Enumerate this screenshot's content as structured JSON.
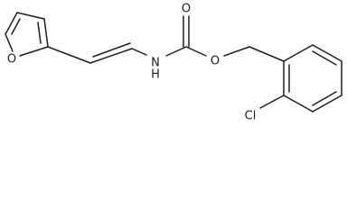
{
  "structure": {
    "atoms": {
      "furan_oxygen": "O",
      "amine_nitrogen": "N",
      "amine_hydrogen": "H",
      "carbonyl_oxygen": "O",
      "ester_oxygen": "O",
      "chlorine": "Cl"
    }
  }
}
